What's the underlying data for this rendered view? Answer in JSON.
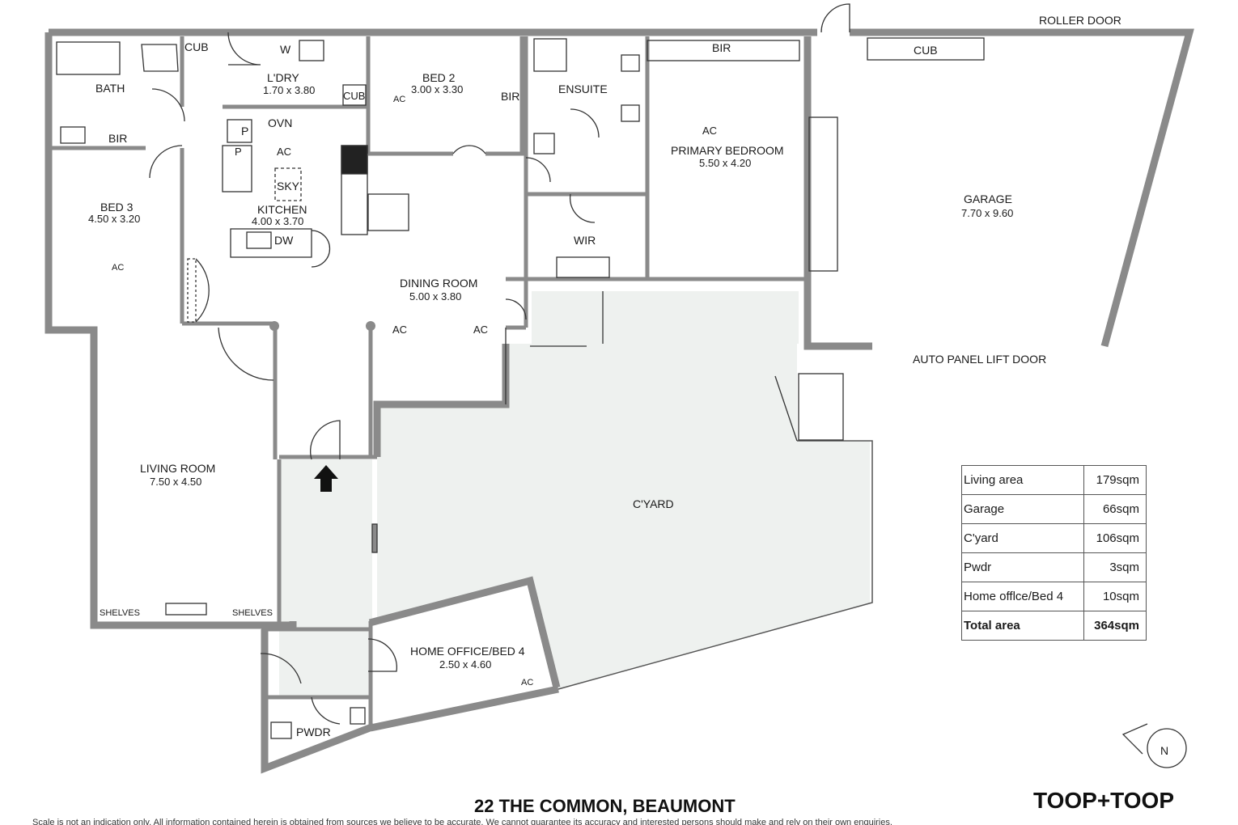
{
  "rooms": {
    "bath": "BATH",
    "cub1": "CUB",
    "w": "W",
    "ldry_name": "L'DRY",
    "ldry_dim": "1.70 x 3.80",
    "cub2": "CUB",
    "bed2_name": "BED 2",
    "bed2_dim": "3.00 x 3.30",
    "bir_bed2": "BIR",
    "ensuite": "ENSUITE",
    "bir_primary": "BIR",
    "primary_name": "PRIMARY BEDROOM",
    "primary_dim": "5.50 x 4.20",
    "roller_door": "ROLLER DOOR",
    "cub_garage": "CUB",
    "garage_name": "GARAGE",
    "garage_dim": "7.70 x 9.60",
    "auto_door": "AUTO PANEL LIFT DOOR",
    "bir_bath": "BIR",
    "p1": "P",
    "ovn": "OVN",
    "p2": "P",
    "sky": "SKY",
    "kitchen_name": "KITCHEN",
    "kitchen_dim": "4.00 x 3.70",
    "dw": "DW",
    "bed3_name": "BED 3",
    "bed3_dim": "4.50 x 3.20",
    "wir": "WIR",
    "dining_name": "DINING ROOM",
    "dining_dim": "5.00 x 3.80",
    "living_name": "LIVING ROOM",
    "living_dim": "7.50 x 4.50",
    "cyard": "C'YARD",
    "shelves_left": "SHELVES",
    "shelves_right": "SHELVES",
    "office_name": "HOME OFFICE/BED 4",
    "office_dim": "2.50 x 4.60",
    "pwdr": "PWDR",
    "ac": "AC"
  },
  "area_table": {
    "rows": [
      {
        "label": "Living area",
        "value": "179sqm"
      },
      {
        "label": "Garage",
        "value": "66sqm"
      },
      {
        "label": "C'yard",
        "value": "106sqm"
      },
      {
        "label": "Pwdr",
        "value": "3sqm"
      },
      {
        "label": "Home offlce/Bed 4",
        "value": "10sqm"
      }
    ],
    "total_label": "Total area",
    "total_value": "364sqm"
  },
  "address": "22 THE COMMON, BEAUMONT",
  "brand": "TOOP+TOOP",
  "compass": "N",
  "disclaimer": "Scale is not an indication only. All information contained herein is obtained from sources we believe to be accurate. We cannot guarantee its accuracy and interested persons should make and rely on their own enquiries.",
  "colors": {
    "wall": "#8a8a8a",
    "courtyard": "#eef1ef",
    "line": "#333333"
  }
}
